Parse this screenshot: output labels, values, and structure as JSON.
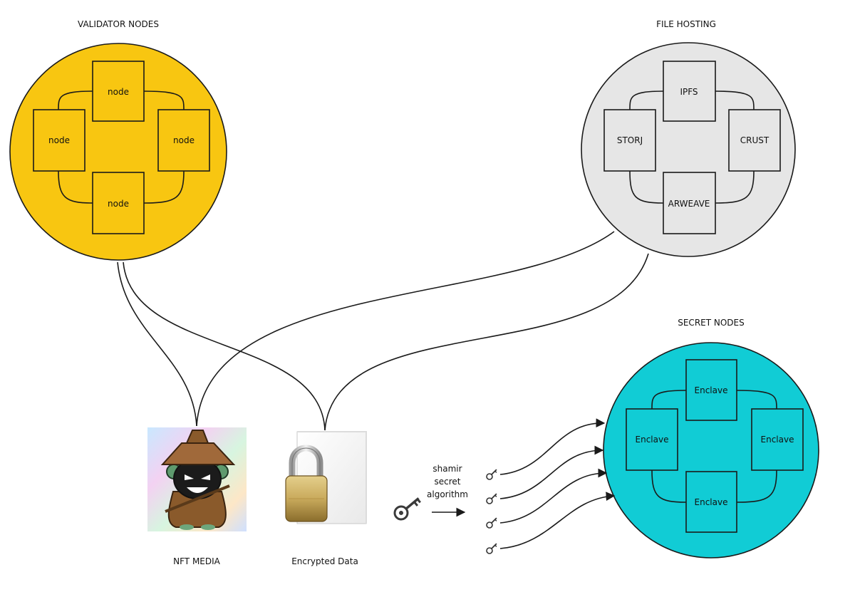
{
  "colors": {
    "validator": "#f8c611",
    "file_hosting": "#e6e6e6",
    "secret": "#11ccd5",
    "stroke": "#1a1a1a"
  },
  "clusters": {
    "validator": {
      "title": "VALIDATOR NODES",
      "top": "node",
      "left": "node",
      "right": "node",
      "bottom": "node"
    },
    "file_hosting": {
      "title": "FILE HOSTING",
      "top": "IPFS",
      "left": "STORJ",
      "right": "CRUST",
      "bottom": "ARWEAVE"
    },
    "secret": {
      "title": "SECRET NODES",
      "top": "Enclave",
      "left": "Enclave",
      "right": "Enclave",
      "bottom": "Enclave"
    }
  },
  "labels": {
    "nft_media": "NFT MEDIA",
    "encrypted_data": "Encrypted Data",
    "shamir_line1": "shamir",
    "shamir_line2": "secret",
    "shamir_line3": "algorithm"
  },
  "icons": {
    "nft_image": "hooded-character-icon",
    "document": "document-icon",
    "padlock": "padlock-icon",
    "key": "key-icon",
    "key_share": "small-key-icon"
  },
  "key_share_count": 4
}
